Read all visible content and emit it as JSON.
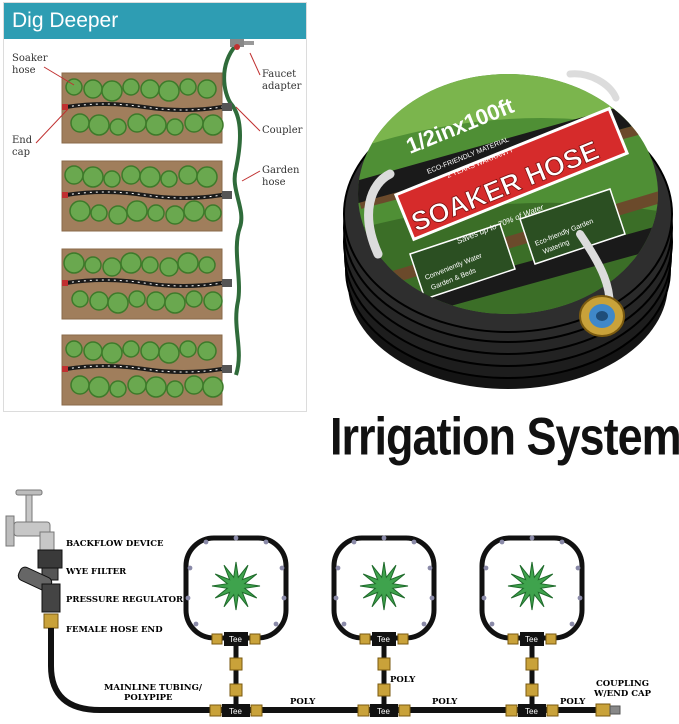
{
  "panel": {
    "title": "Dig Deeper",
    "labels": {
      "soaker_hose": [
        "Soaker",
        "hose"
      ],
      "end_cap": [
        "End",
        "cap"
      ],
      "faucet_adapter": [
        "Faucet",
        "adapter"
      ],
      "coupler": "Coupler",
      "garden_hose": [
        "Garden",
        "hose"
      ]
    }
  },
  "product": {
    "size_text": "1/2inx100ft",
    "brand_text": "SOAKER HOSE",
    "tagline": "Saves up to 70% of Water",
    "label_left": [
      "Conveniently Water",
      "Garden & Beds"
    ],
    "label_right": [
      "Eco-friendly Garden",
      "Watering"
    ],
    "sub_text": [
      "ECO-FRIENDLY MATERIAL",
      "2 YEARS WARRANTY"
    ]
  },
  "heading": "Irrigation System",
  "diagram": {
    "components": [
      "BACKFLOW DEVICE",
      "WYE FILTER",
      "PRESSURE REGULATOR",
      "FEMALE HOSE END"
    ],
    "mainline": [
      "MAINLINE TUBING/",
      "POLYPIPE"
    ],
    "poly": "POLY",
    "tee": "Tee",
    "coupling": [
      "COUPLING",
      "W/END CAP"
    ]
  },
  "colors": {
    "header": "#2e9db3",
    "soil": "#a07e5c",
    "plant": "#6aa84f",
    "hose_green": "#2f6b3a",
    "brass": "#c9a23a",
    "brand_red": "#d62b2b"
  }
}
